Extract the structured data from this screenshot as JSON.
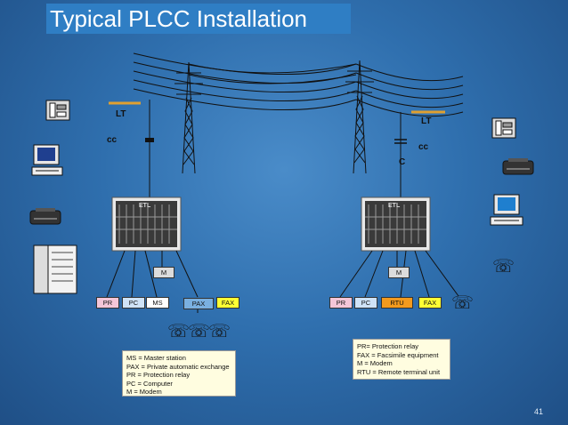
{
  "title": "Typical PLCC Installation",
  "page_number": "41",
  "left_station": {
    "line_trap": "LT",
    "coupling_cap": "cc",
    "panel_label": "ETL",
    "modem": "M",
    "devices": [
      "PR",
      "PC",
      "MS",
      "PAX",
      "FAX"
    ]
  },
  "right_station": {
    "line_trap": "LT",
    "coupling_cap": "cc",
    "cap_symbol": "C",
    "panel_label": "ETL",
    "modem": "M",
    "devices": [
      "PR",
      "PC",
      "RTU",
      "FAX"
    ]
  },
  "legend_left": [
    "MS    = Master station",
    "PAX  = Private automatic exchange",
    "PR    = Protection relay",
    "PC    = Computer",
    "M =  Modem"
  ],
  "legend_right": [
    "PR= Protection relay",
    "FAX = Facsimile equipment",
    "M     = Modem",
    "RTU  = Remote terminal unit"
  ],
  "colors": {
    "background": "#2f6fae",
    "title_bar": "#2f7ec4",
    "line_trap": "#e0a030",
    "PR": "#f4c6d8",
    "PC": "#cfe3f7",
    "MS": "#ffffff",
    "PAX": "#7ab0e0",
    "FAX": "#ffff33",
    "RTU": "#f39a1e",
    "legend_bg": "#fffde0"
  },
  "icons": [
    "telephone-icon",
    "fax-icon",
    "computer-icon",
    "printer-icon",
    "mainframe-icon",
    "transmission-tower-icon",
    "etl-panel-icon"
  ]
}
